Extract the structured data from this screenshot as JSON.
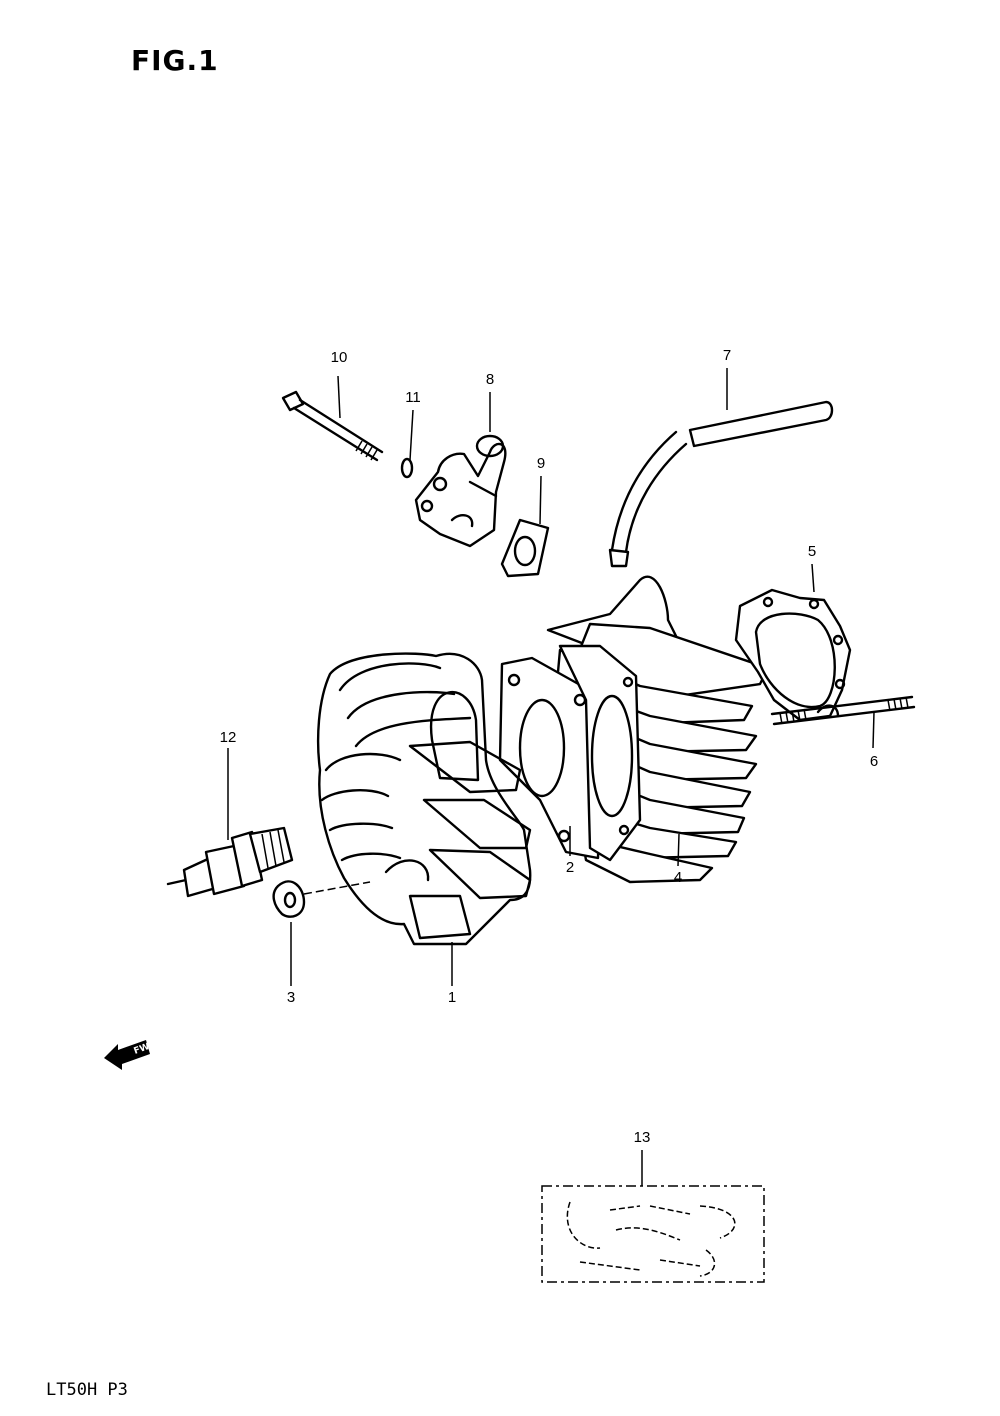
{
  "figure_title": "FIG.1",
  "page_reference": "LT50H P3",
  "callouts": [
    {
      "id": "c1",
      "label": "1",
      "part": "cylinder-head"
    },
    {
      "id": "c2",
      "label": "2",
      "part": "cylinder-head-gasket"
    },
    {
      "id": "c3",
      "label": "3",
      "part": "washer"
    },
    {
      "id": "c4",
      "label": "4",
      "part": "cylinder"
    },
    {
      "id": "c5",
      "label": "5",
      "part": "cylinder-base-gasket"
    },
    {
      "id": "c6",
      "label": "6",
      "part": "stud-bolt"
    },
    {
      "id": "c7",
      "label": "7",
      "part": "hose"
    },
    {
      "id": "c8",
      "label": "8",
      "part": "intake-pipe"
    },
    {
      "id": "c9",
      "label": "9",
      "part": "intake-gasket"
    },
    {
      "id": "c10",
      "label": "10",
      "part": "bolt"
    },
    {
      "id": "c11",
      "label": "11",
      "part": "lock-washer"
    },
    {
      "id": "c12",
      "label": "12",
      "part": "spark-plug"
    },
    {
      "id": "c13",
      "label": "13",
      "part": "label-plate"
    }
  ],
  "direction_marker": "FWD"
}
